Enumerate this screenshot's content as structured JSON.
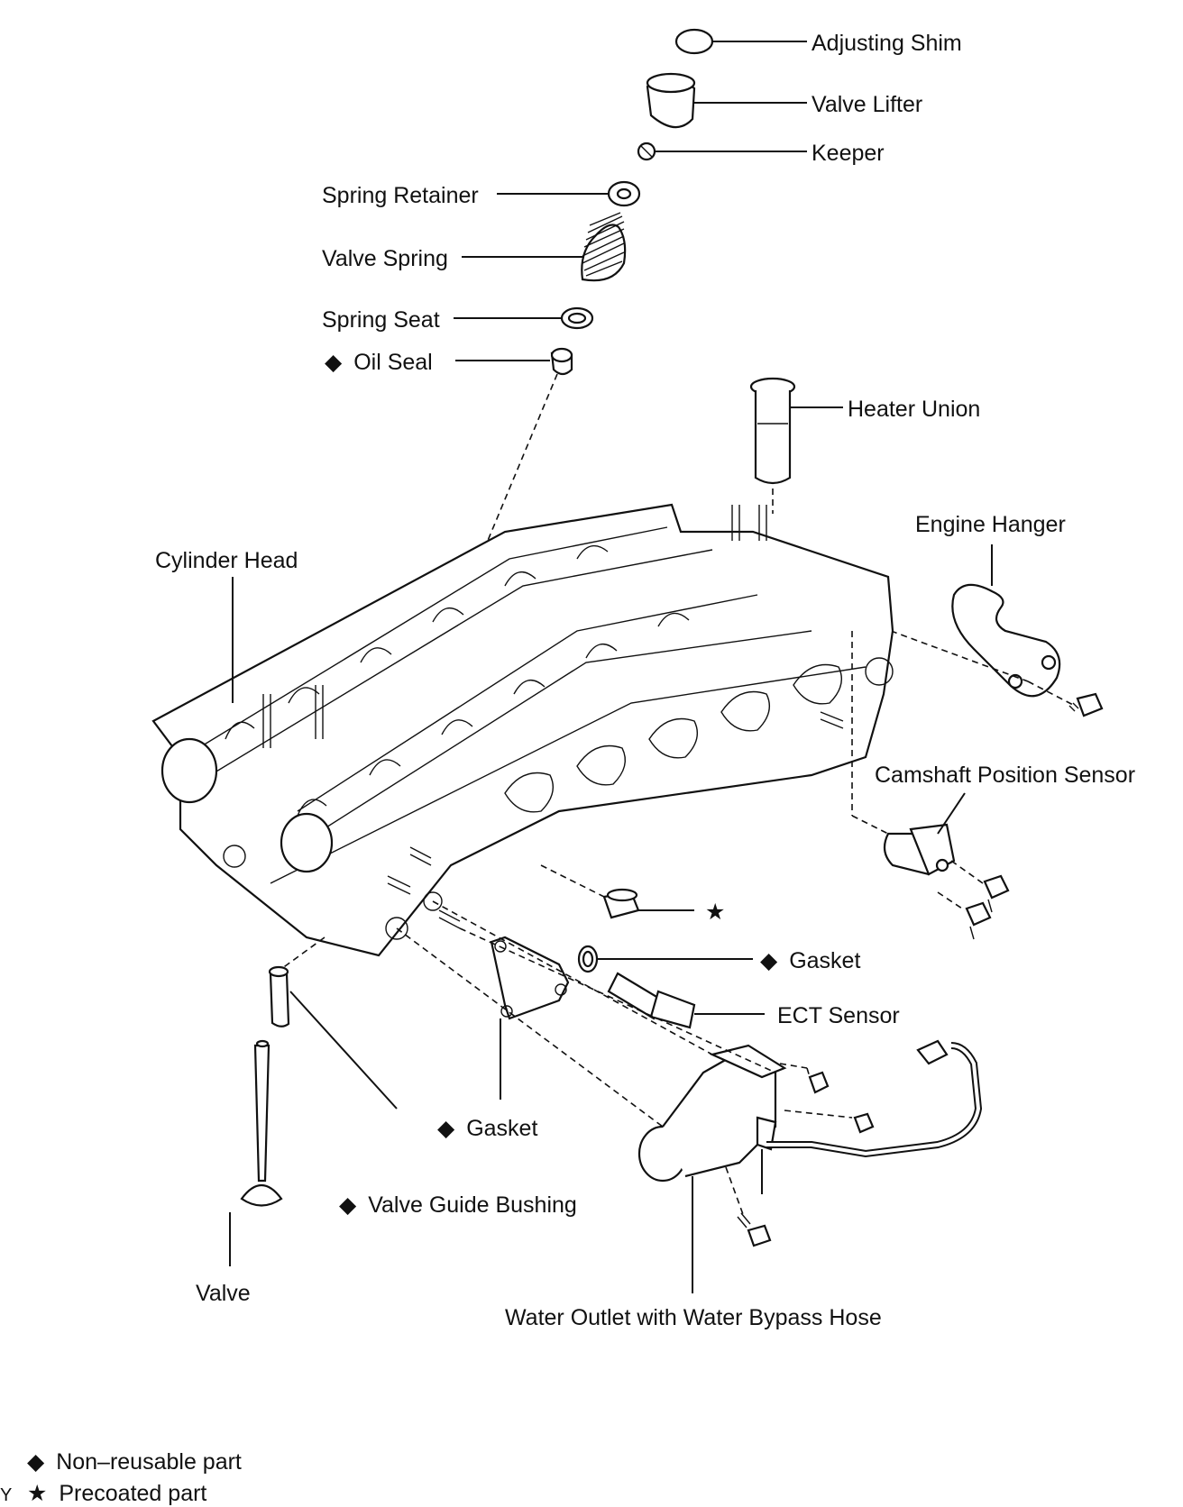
{
  "labels": {
    "adjusting_shim": "Adjusting Shim",
    "valve_lifter": "Valve Lifter",
    "keeper": "Keeper",
    "spring_retainer": "Spring Retainer",
    "valve_spring": "Valve Spring",
    "spring_seat": "Spring Seat",
    "oil_seal": "Oil Seal",
    "heater_union": "Heater Union",
    "engine_hanger": "Engine Hanger",
    "cylinder_head": "Cylinder Head",
    "camshaft_position_sensor": "Camshaft Position Sensor",
    "plug_star": "★",
    "gasket_ect": "Gasket",
    "ect_sensor": "ECT Sensor",
    "gasket_outlet": "Gasket",
    "valve_guide_bushing": "Valve Guide Bushing",
    "valve": "Valve",
    "water_outlet": "Water Outlet with Water Bypass Hose"
  },
  "symbols": {
    "diamond": "◆",
    "star": "★"
  },
  "legend": {
    "non_reusable": "Non–reusable part",
    "precoated": "Precoated part",
    "edge_mark": "Y"
  }
}
